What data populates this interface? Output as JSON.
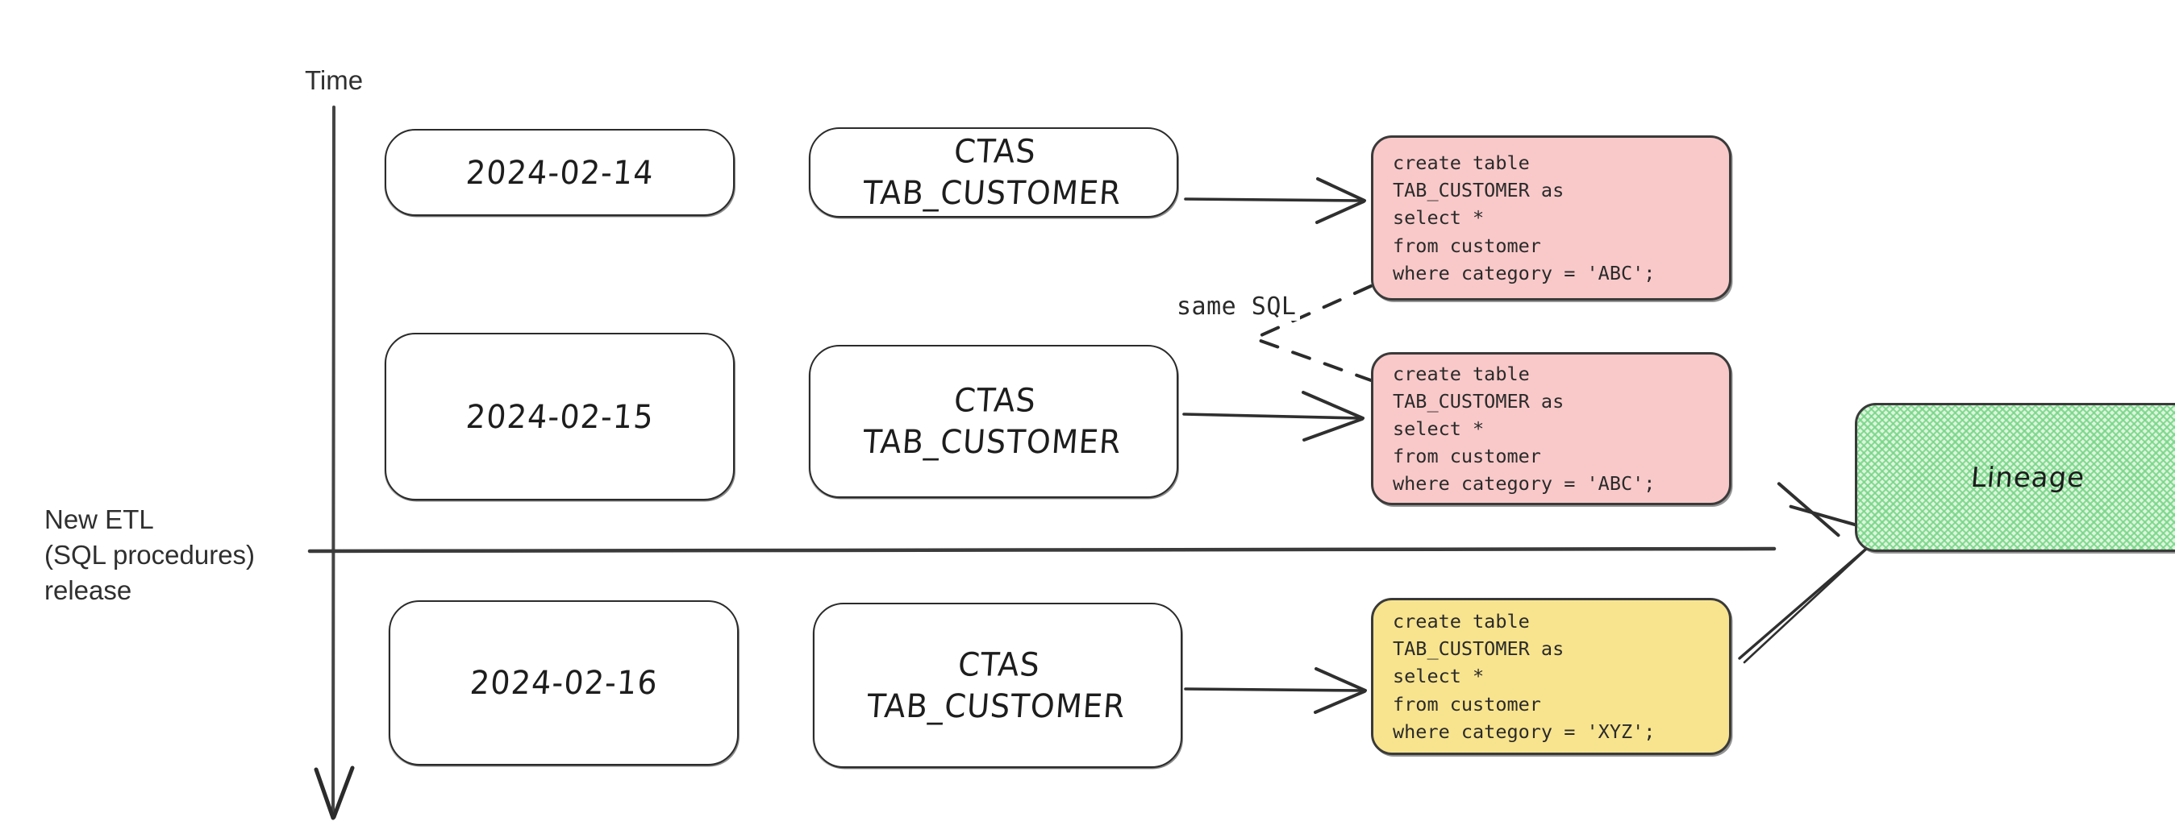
{
  "diagram": {
    "title_axis": "Time",
    "release_label": "New ETL\n(SQL procedures)\nrelease",
    "same_sql_label": "same SQL",
    "lineage_label": "Lineage",
    "colors": {
      "pink": "#f9c9c9",
      "yellow": "#f8e48e",
      "green": "#ddf5dd",
      "stroke": "#2b2b2b",
      "text": "#1d1d1d"
    }
  },
  "rows": [
    {
      "date": "2024-02-14",
      "job": "CTAS\nTAB_CUSTOMER",
      "sql": "create table\nTAB_CUSTOMER as\nselect *\nfrom customer\nwhere category = 'ABC';",
      "sql_color": "pink"
    },
    {
      "date": "2024-02-15",
      "job": "CTAS\nTAB_CUSTOMER",
      "sql": "create table\nTAB_CUSTOMER as\nselect *\nfrom customer\nwhere category = 'ABC';",
      "sql_color": "pink"
    },
    {
      "date": "2024-02-16",
      "job": "CTAS\nTAB_CUSTOMER",
      "sql": "create table\nTAB_CUSTOMER as\nselect *\nfrom customer\nwhere category = 'XYZ';",
      "sql_color": "yellow"
    }
  ]
}
